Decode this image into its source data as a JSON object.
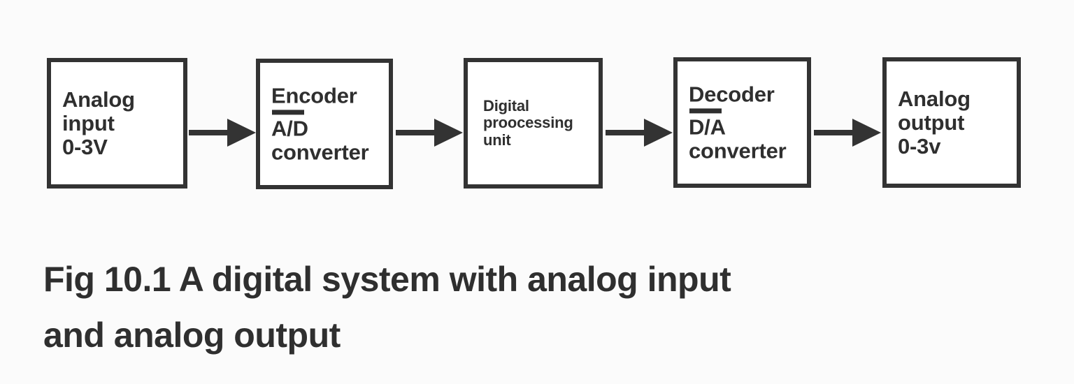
{
  "figure": {
    "type": "block-diagram",
    "background_color": "#fbfbfb",
    "stroke_color": "#333333",
    "text_color": "#2f2f2f",
    "blocks": [
      {
        "id": "analog-input",
        "lines": [
          "Analog",
          "input",
          "0-3V"
        ],
        "has_separator": false,
        "text_size": "large"
      },
      {
        "id": "encoder-ad-converter",
        "lines": [
          "Encoder",
          "A/D",
          "converter"
        ],
        "has_separator": true,
        "separator_after_line": 1,
        "text_size": "large"
      },
      {
        "id": "digital-processing-unit",
        "lines": [
          "Digital",
          "proocessing",
          "unit"
        ],
        "has_separator": false,
        "text_size": "small"
      },
      {
        "id": "decoder-da-converter",
        "lines": [
          "Decoder",
          "D/A",
          "converter"
        ],
        "has_separator": true,
        "separator_after_line": 1,
        "text_size": "large"
      },
      {
        "id": "analog-output",
        "lines": [
          "Analog",
          "output",
          "0-3v"
        ],
        "has_separator": false,
        "text_size": "large"
      }
    ],
    "arrows": [
      {
        "id": "arrow-1",
        "from": "analog-input",
        "to": "encoder-ad-converter"
      },
      {
        "id": "arrow-2",
        "from": "encoder-ad-converter",
        "to": "digital-processing-unit"
      },
      {
        "id": "arrow-3",
        "from": "digital-processing-unit",
        "to": "decoder-da-converter"
      },
      {
        "id": "arrow-4",
        "from": "decoder-da-converter",
        "to": "analog-output"
      }
    ]
  },
  "caption": {
    "line1": "Fig 10.1 A digital system with analog input",
    "line2": "and analog output",
    "full": "Fig 10.1 A digital system with analog input and analog output"
  }
}
